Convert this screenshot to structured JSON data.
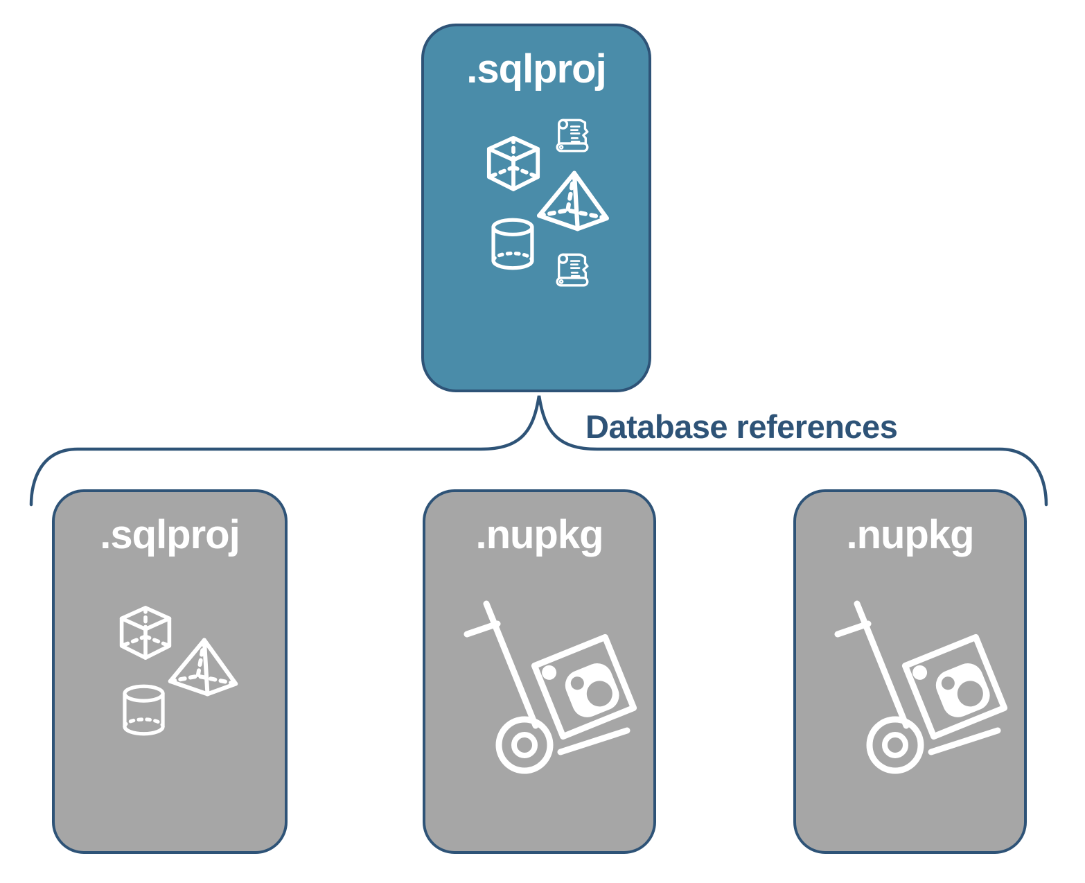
{
  "root": {
    "label": ".sqlproj",
    "icons": [
      "scroll-icon",
      "cube-icon",
      "pyramid-icon",
      "cylinder-icon",
      "scroll-icon"
    ]
  },
  "connector": {
    "label": "Database references"
  },
  "children": [
    {
      "label": ".sqlproj",
      "icons": [
        "cube-icon",
        "pyramid-icon",
        "cylinder-icon"
      ]
    },
    {
      "label": ".nupkg",
      "icons": [
        "hand-truck-package-icon"
      ]
    },
    {
      "label": ".nupkg",
      "icons": [
        "hand-truck-package-icon"
      ]
    }
  ],
  "colors": {
    "root_fill": "#4A8CA9",
    "child_fill": "#A6A6A6",
    "stroke": "#2E5377",
    "icon": "#FFFFFF",
    "background": "#FFFFFF"
  }
}
